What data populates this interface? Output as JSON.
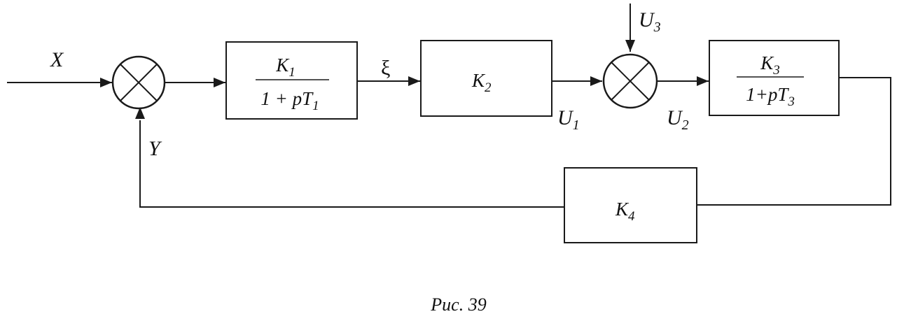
{
  "signals": {
    "x": "X",
    "y": "Y",
    "xi": "ξ",
    "u1": "U",
    "u1_sub": "1",
    "u2": "U",
    "u2_sub": "2",
    "u3": "U",
    "u3_sub": "3"
  },
  "blocks": {
    "k1": {
      "num": "K",
      "num_sub": "1",
      "den_a": "1 + ",
      "den_p": "pT",
      "den_sub": "1"
    },
    "k2": {
      "label": "K",
      "sub": "2"
    },
    "k3": {
      "num": "K",
      "num_sub": "3",
      "den_a": "1+",
      "den_p": "pT",
      "den_sub": "3"
    },
    "k4": {
      "label": "K",
      "sub": "4"
    }
  },
  "caption": "Рис. 39"
}
